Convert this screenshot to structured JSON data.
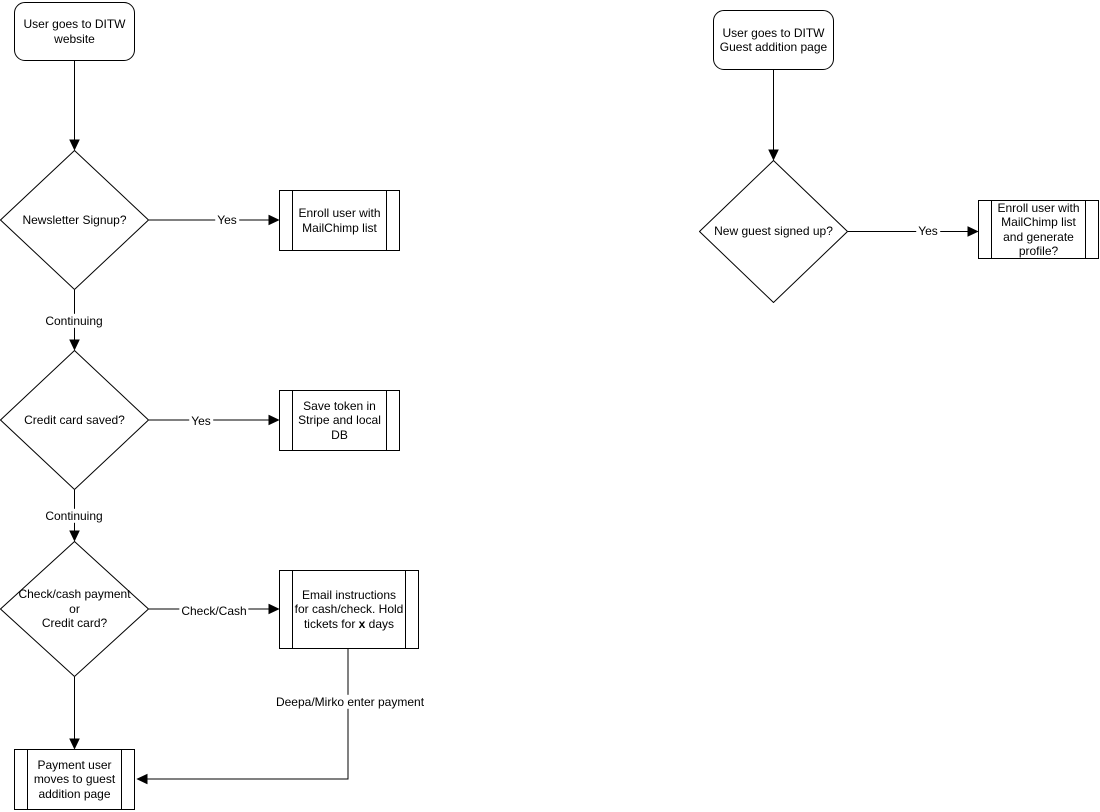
{
  "diagram": {
    "title": "Flowchart: DITW website signup and guest addition flows",
    "colors": {
      "stroke": "#000000",
      "text": "#000000",
      "background": "#ffffff"
    },
    "nodes": {
      "start_website": {
        "type": "terminator",
        "label": "User goes to DITW\nwebsite"
      },
      "newsletter_signup": {
        "type": "decision",
        "label": "Newsletter Signup?"
      },
      "enroll_mailchimp": {
        "type": "predefined-process",
        "label": "Enroll user with\nMailChimp list"
      },
      "credit_card_saved": {
        "type": "decision",
        "label": "Credit card saved?"
      },
      "save_token": {
        "type": "predefined-process",
        "label": "Save token in\nStripe and local\nDB"
      },
      "payment_method": {
        "type": "decision",
        "label": "Check/cash payment\nor\nCredit card?"
      },
      "email_instructions": {
        "type": "predefined-process",
        "part1": "Email instructions\nfor cash/check. Hold\ntickets for ",
        "bold": "x",
        "part2": " days"
      },
      "payment_user_moves": {
        "type": "predefined-process",
        "label": "Payment user\nmoves to guest\naddition page"
      },
      "start_guest_page": {
        "type": "terminator",
        "label": "User goes to DITW\nGuest addition page"
      },
      "new_guest_signed_up": {
        "type": "decision",
        "label": "New guest signed up?"
      },
      "enroll_generate_profile": {
        "type": "predefined-process",
        "label": "Enroll user with\nMailChimp list\nand generate\nprofile?"
      }
    },
    "edge_labels": {
      "yes_newsletter": "Yes",
      "continuing_1": "Continuing",
      "yes_credit": "Yes",
      "continuing_2": "Continuing",
      "check_cash": "Check/Cash",
      "deepa_mirko": "Deepa/Mirko enter payment",
      "yes_new_guest": "Yes"
    }
  }
}
